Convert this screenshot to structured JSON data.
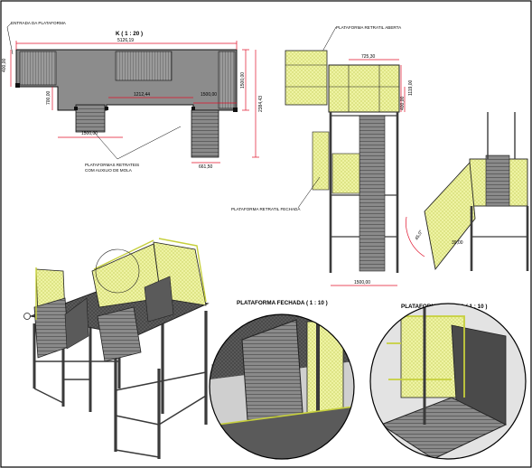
{
  "top_view": {
    "title": "K ( 1 : 20 )",
    "label_entrance": "ENTRADA DA PLATAFORMA",
    "label_retractable": "PLATAFORMAS RETRATEIS",
    "label_retractable_2": "COM AUXILIO DE MOLA",
    "dim_total_width": "5126,19",
    "dim_left_height": "400,00",
    "dim_mid_left": "700,00",
    "dim_mid_span": "1212,44",
    "dim_right_span": "1500,00",
    "dim_right_height": "1500,00",
    "dim_overall_height": "2384,43",
    "dim_bottom_left": "1500,00",
    "dim_stair_width": "661,50"
  },
  "side_view": {
    "label_open": "PLATAFORMA RETRATIL ABERTA",
    "label_closed": "PLATAFORMA RETRATIL FECHADA",
    "dim_top_width": "725,30",
    "dim_rail_height": "1119,00",
    "dim_rail_small": "400,00",
    "dim_base_width": "1500,00"
  },
  "front_view": {
    "dim_angle": "45,0°",
    "dim_step": "39,00"
  },
  "details": {
    "closed_title": "PLATAFORMA FECHADA  ( 1 : 10 )",
    "open_title": "PLATAFORMA ABERTA ( 1 : 10 )"
  },
  "colors": {
    "frame": "#1a1a1a",
    "dimension": "#e0102a",
    "mesh": "#e8f08a",
    "rail": "#c6cf3c",
    "metal": "#7a7a7a",
    "metal_dark": "#3c3c3c",
    "background": "#ffffff"
  }
}
